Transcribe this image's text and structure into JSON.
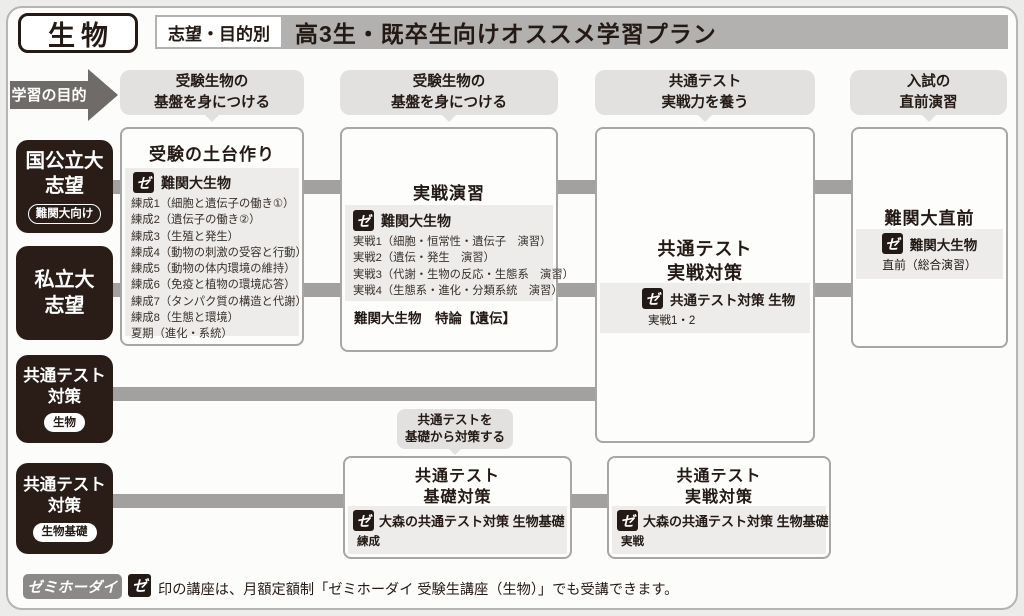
{
  "header": {
    "subject": "生物",
    "tag": "志望・目的別",
    "title": "高3生・既卒生向けオススメ学習プラン"
  },
  "goal_arrow": "学習の目的",
  "column_headers": [
    {
      "line1": "受験生物の",
      "line2": "基盤を身につける"
    },
    {
      "line1": "受験生物の",
      "line2": "基盤を身につける"
    },
    {
      "line1": "共通テスト",
      "line2": "実戦力を養う"
    },
    {
      "line1": "入試の",
      "line2": "直前演習"
    }
  ],
  "row_labels": [
    {
      "line1": "国公立大",
      "line2": "志望",
      "pill": "難関大向け"
    },
    {
      "line1": "私立大",
      "line2": "志望"
    },
    {
      "line1": "共通テスト",
      "line2": "対策",
      "pill": "生物"
    },
    {
      "line1": "共通テスト",
      "line2": "対策",
      "pill": "生物基礎"
    }
  ],
  "logo_glyph": "ゼ",
  "boxes": {
    "foundation": {
      "title": "受験の土台作り",
      "course": "難関大生物",
      "items": [
        "練成1（細胞と遺伝子の働き①）",
        "練成2（遺伝子の働き②）",
        "練成3（生殖と発生）",
        "練成4（動物の刺激の受容と行動）",
        "練成5（動物の体内環境の維持）",
        "練成6（免疫と植物の環境応答）",
        "練成7（タンパク質の構造と代謝）",
        "練成8（生態と環境）",
        "夏期（進化・系統）"
      ]
    },
    "jissen_enshu": {
      "title": "実戦演習",
      "course": "難関大生物",
      "items": [
        "実戦1（細胞・恒常性・遺伝子　演習）",
        "実戦2（遺伝・発生　演習）",
        "実戦3（代謝・生物の反応・生態系　演習）",
        "実戦4（生態系・進化・分類系統　演習）"
      ],
      "extra": "難関大生物　特論【遺伝】"
    },
    "kyotsu_jissen": {
      "title_line1": "共通テスト",
      "title_line2": "実戦対策",
      "course": "共通テスト対策 生物",
      "sub": "実戦1・2"
    },
    "nankan_chokuzen": {
      "title": "難関大直前",
      "course": "難関大生物",
      "sub": "直前（総合演習）"
    },
    "kiso_taisaku": {
      "title_line1": "共通テスト",
      "title_line2": "基礎対策",
      "course": "大森の共通テスト対策 生物基礎",
      "sub": "練成"
    },
    "kiso_jissen": {
      "title_line1": "共通テスト",
      "title_line2": "実戦対策",
      "course": "大森の共通テスト対策 生物基礎",
      "sub": "実戦"
    }
  },
  "callout": {
    "line1": "共通テストを",
    "line2": "基礎から対策する"
  },
  "footer": {
    "badge": "ゼミホーダイ",
    "note": "印の講座は、月額定額制「ゼミホーダイ 受験生講座（生物）」でも受講できます。"
  },
  "colors": {
    "accent_dark": "#2a1d18",
    "connector_gray": "#a3a19f",
    "header_bar_gray": "#b3b1af",
    "panel_gray": "#edecea",
    "label_box_gray": "#e2e1df"
  }
}
